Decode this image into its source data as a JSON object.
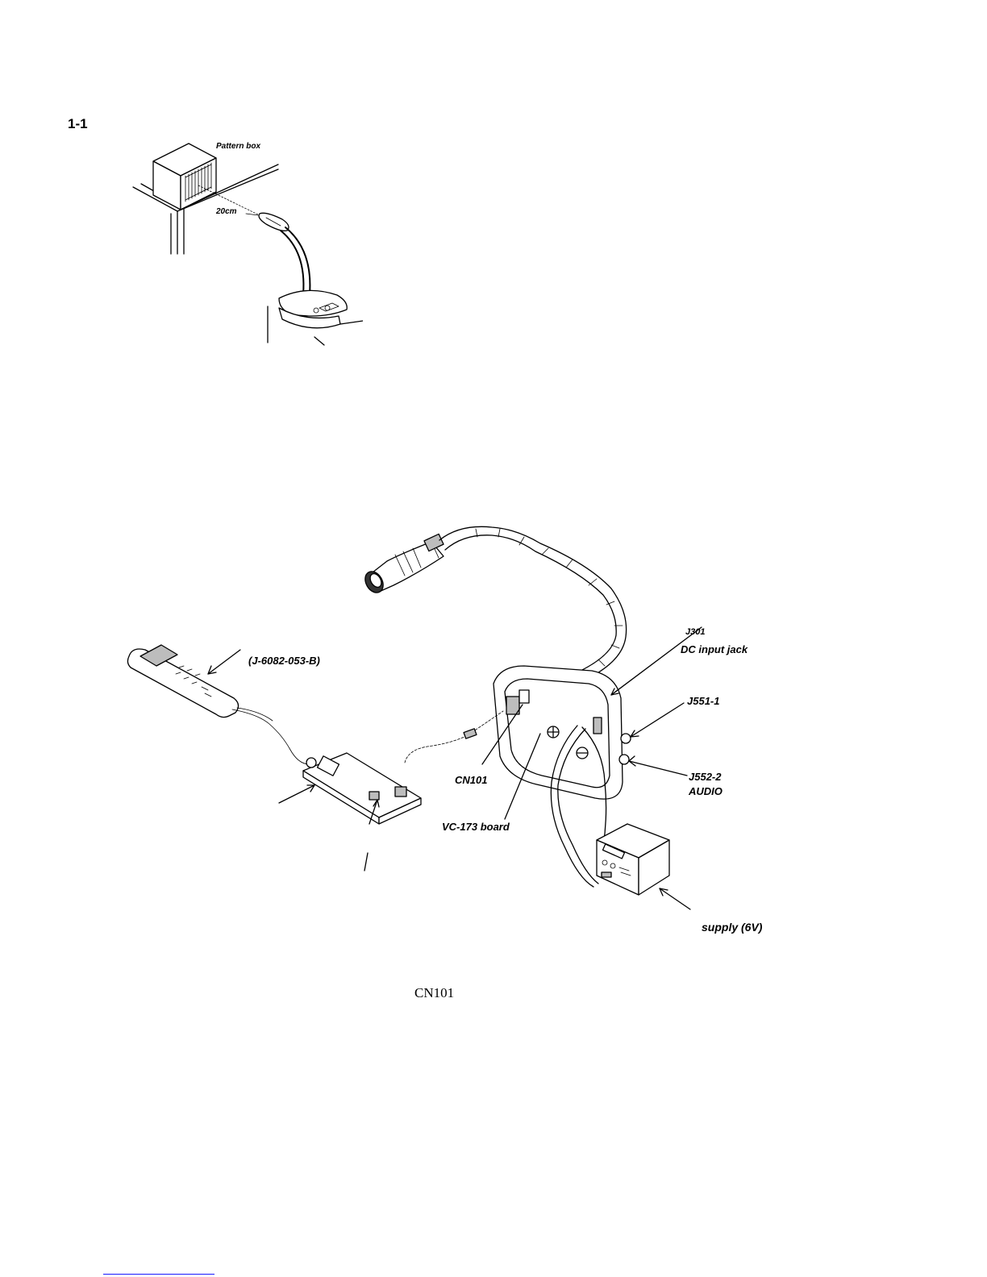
{
  "section_number": "1-1",
  "figure_top": {
    "pattern_box_label": "Pattern box",
    "distance_label": "20cm"
  },
  "figure_bottom": {
    "labels": {
      "remote": "(J-6082-053-B)",
      "j301": "J301",
      "dc_input": "DC input jack",
      "j551": "J551-1",
      "j552": "J552-2",
      "audio": "AUDIO",
      "cn101": "CN101",
      "vc_board": "VC-173 board",
      "power_supply": "supply (6V)"
    },
    "caption": "CN101"
  },
  "colors": {
    "ink": "#000000",
    "footer_rule": "#1a1aff"
  }
}
